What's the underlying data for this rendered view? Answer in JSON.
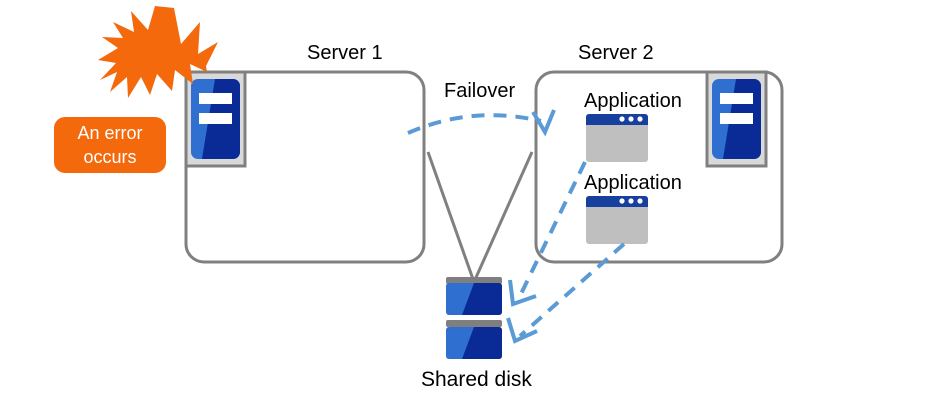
{
  "diagram": {
    "title_server1": "Server 1",
    "title_server2": "Server 2",
    "failover_label": "Failover",
    "shared_disk_label": "Shared disk",
    "error_line1": "An error",
    "error_line2": "occurs",
    "applications": [
      {
        "label": "Application"
      },
      {
        "label": "Application"
      }
    ],
    "icons": {
      "burst": "error-burst-icon",
      "server": "server-rack-icon",
      "application": "application-window-icon",
      "disk": "shared-disk-icon",
      "failover_arrow": "failover-dashed-arrow-icon",
      "access_arrow": "disk-access-dashed-arrow-icon"
    },
    "colors": {
      "accent_orange": "#f4690b",
      "box_border_grey": "#808080",
      "icon_frame_grey": "#d9d9d9",
      "icon_frame_border": "#808080",
      "blue_light": "#2f6fd0",
      "blue_dark": "#0a2a96",
      "app_titlebar": "#163f9e",
      "app_body_grey": "#bfbfbf",
      "dashed_blue": "#5b9bd5",
      "disk_bar_grey": "#7f7f7f",
      "text_black": "#000000",
      "text_white": "#ffffff",
      "background": "#ffffff"
    }
  }
}
